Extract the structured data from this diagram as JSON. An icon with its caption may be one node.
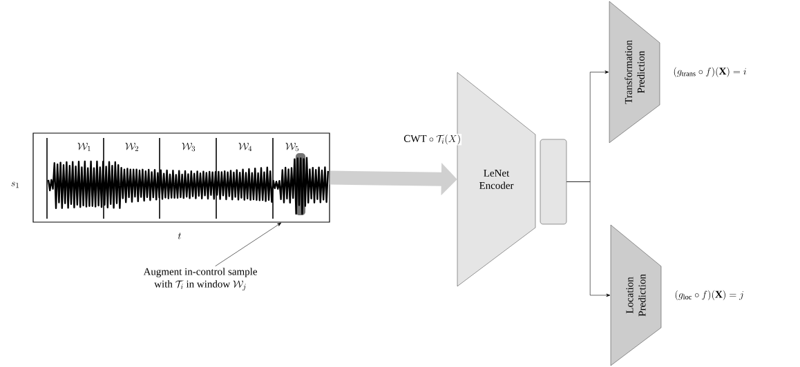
{
  "diagram": {
    "nodes": [
      {
        "text": [],
        "shape": "picture"
      },
      {
        "text": [
          "\\begin{array}{c}\\text{Augment in-control sample}\\\\ \\text{with }\\mathcal{T}_i\\text{ in window }\\mathcal{W}_j\\end{array}"
        ]
      },
      {
        "text": [
          "LeNet Encoder"
        ]
      },
      {
        "text": [],
        "shape": "box"
      },
      {
        "text": [
          "Transformation Prediction"
        ],
        "beside": [
          "(g_{\\text{trans}}\\circ f)(\\mathbf{X}) = i"
        ]
      },
      {
        "text": [
          "Location Prediction"
        ],
        "beside": [
          "(g_{\\text{loc}}\\circ f)(\\mathbf{X}) = j"
        ]
      }
    ],
    "edges": [
      {
        "from": 0,
        "to": 2,
        "arrow": "to",
        "label": "\\text{CWT}\\circ\\mathcal{T}_i(X)",
        "style": "thick",
        "color": "#d0d0d0"
      },
      {
        "from": 1,
        "to": 0,
        "arrow": "to"
      },
      {
        "from": 3,
        "to": 4,
        "arrow": "to"
      },
      {
        "from": 3,
        "to": 5,
        "arrow": "to"
      }
    ],
    "labels": [
      "s_1",
      "\\mathcal{W}_1",
      "\\mathcal{W}_2",
      "\\mathcal{W}_3",
      "\\mathcal{W}_4",
      "\\mathcal{W}_5",
      "t"
    ]
  }
}
